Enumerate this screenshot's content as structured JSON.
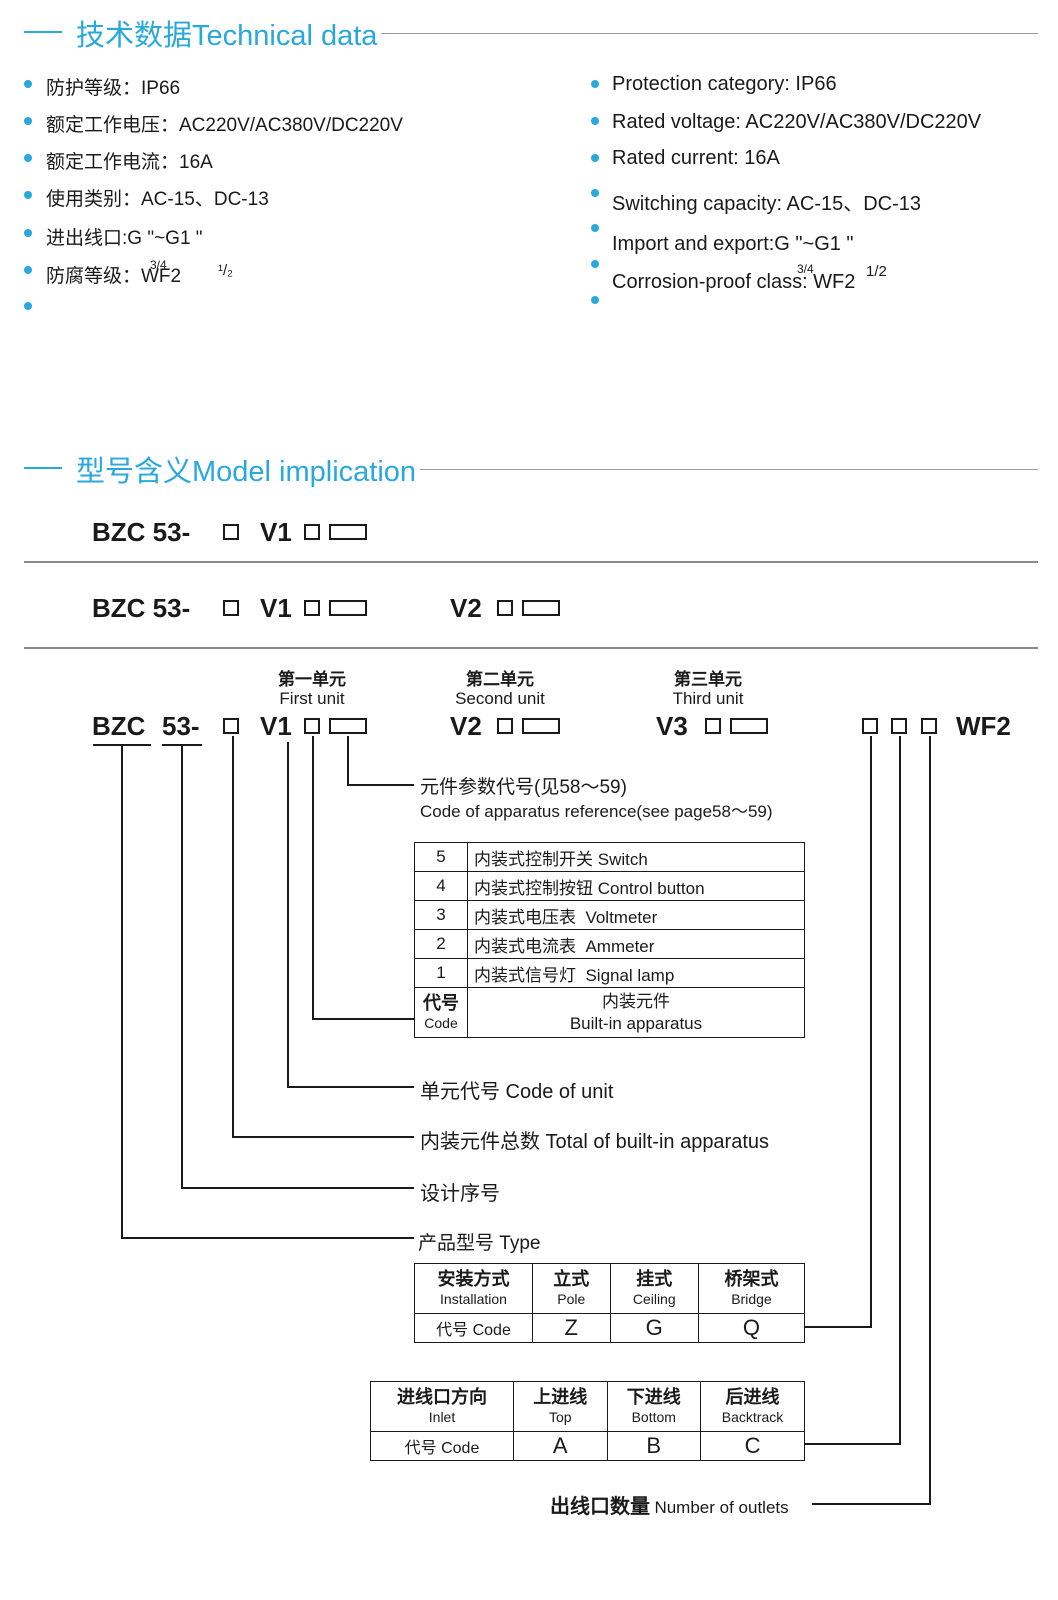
{
  "sections": {
    "tech_title": "技术数据Technical data",
    "model_title": "型号含义Model implication"
  },
  "tech_cn": [
    "防护等级：IP66",
    "额定工作电压：AC220V/AC380V/DC220V",
    "额定工作电流：16A",
    "使用类别：AC-15、DC-13",
    "进出线口:G   \"~G1   \"",
    "防腐等级：WF2"
  ],
  "tech_en": [
    "Protection category: IP66",
    "Rated voltage: AC220V/AC380V/DC220V",
    "Rated current: 16A",
    "Switching capacity: AC-15、DC-13",
    "Import and export:G   \"~G1   \"",
    "Corrosion-proof class: WF2"
  ],
  "fractions": {
    "three_quarter": "3/4",
    "half": "1/2",
    "half_glyph": "¹/₂"
  },
  "models": {
    "prefix": "BZC 53-",
    "bzc": "BZC",
    "num": "53-",
    "v1": "V1",
    "v2": "V2",
    "v3": "V3",
    "wf2": "WF2"
  },
  "units": {
    "first_cn": "第一单元",
    "first_en": "First unit",
    "second_cn": "第二单元",
    "second_en": "Second unit",
    "third_cn": "第三单元",
    "third_en": "Third unit"
  },
  "descriptions": {
    "param_cn": "元件参数代号(见58～59)",
    "param_en": "Code of apparatus reference(see page58～59)",
    "unit_code": "单元代号 Code of unit",
    "total": "内装元件总数 Total of built-in apparatus",
    "design": "设计序号",
    "type": "产品型号 Type",
    "outlets_cn": "出线口数量",
    "outlets_en": "Number of outlets"
  },
  "apparatus_table": {
    "rows": [
      {
        "code": "5",
        "cn": "内装式控制开关",
        "en": "Switch"
      },
      {
        "code": "4",
        "cn": "内装式控制按钮",
        "en": "Control button"
      },
      {
        "code": "3",
        "cn": "内装式电压表",
        "en": "Voltmeter"
      },
      {
        "code": "2",
        "cn": "内装式电流表",
        "en": "Ammeter"
      },
      {
        "code": "1",
        "cn": "内装式信号灯",
        "en": "Signal lamp"
      }
    ],
    "header_code_cn": "代号",
    "header_code_en": "Code",
    "header_name_cn": "内装元件",
    "header_name_en": "Built-in apparatus"
  },
  "install_table": {
    "header": [
      {
        "cn": "安装方式",
        "en": "Installation"
      },
      {
        "cn": "立式",
        "en": "Pole"
      },
      {
        "cn": "挂式",
        "en": "Ceiling"
      },
      {
        "cn": "桥架式",
        "en": "Bridge"
      }
    ],
    "code_label": "代号 Code",
    "codes": [
      "Z",
      "G",
      "Q"
    ]
  },
  "inlet_table": {
    "header": [
      {
        "cn": "进线口方向",
        "en": "Inlet"
      },
      {
        "cn": "上进线",
        "en": "Top"
      },
      {
        "cn": "下进线",
        "en": "Bottom"
      },
      {
        "cn": "后进线",
        "en": "Backtrack"
      }
    ],
    "code_label": "代号 Code",
    "codes": [
      "A",
      "B",
      "C"
    ]
  },
  "colors": {
    "accent": "#29a8de",
    "text": "#1a1a1a",
    "rule": "#9a9a9a"
  }
}
